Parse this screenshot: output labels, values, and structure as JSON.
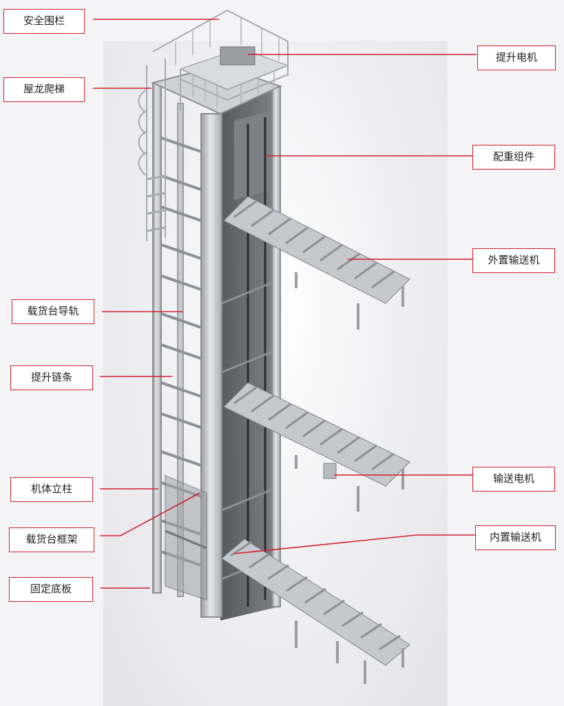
{
  "labels": {
    "safety_rail": "安全围栏",
    "cage_ladder": "屋龙爬梯",
    "carriage_guide_rail": "载货台导轨",
    "lift_chain": "提升链条",
    "frame_column": "机体立柱",
    "carriage_frame": "载货台框架",
    "base_plate": "固定底板",
    "lift_motor": "提升电机",
    "counterweight": "配重组件",
    "external_conveyor": "外置输送机",
    "conveyor_motor": "输送电机",
    "internal_conveyor": "内置输送机"
  },
  "colors": {
    "accent": "#d11f2a",
    "steel_light": "#d7d9dd",
    "steel_mid": "#b7babf",
    "steel_dark": "#5a5d63"
  }
}
